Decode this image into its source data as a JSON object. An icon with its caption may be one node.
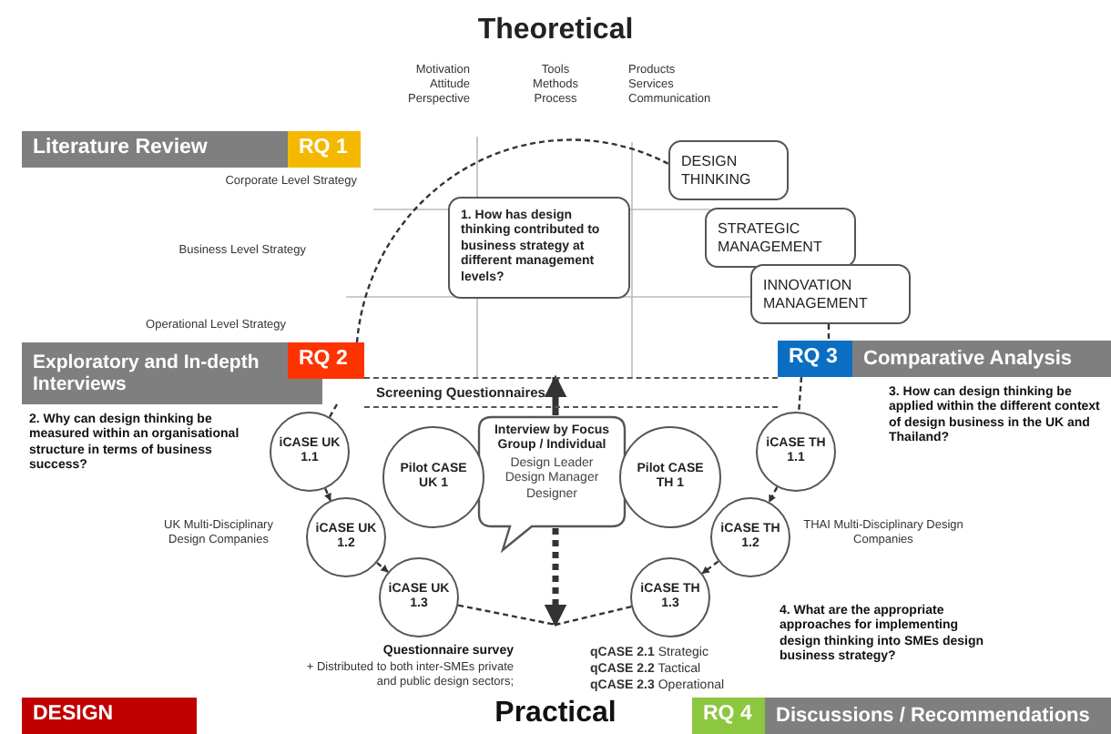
{
  "diagram": {
    "title": "Theoretical",
    "nodes": [
      {
        "text": [
          "Literature Review",
          "RQ 1"
        ]
      },
      {
        "text": [
          "Exploratory and In-depth Interviews",
          "RQ 2"
        ]
      },
      {
        "text": [
          "RQ 3",
          "Comparative Analysis"
        ]
      },
      {
        "text": [
          "1. How has design thinking contributed to business strategy at different management levels?"
        ]
      },
      {
        "text": [
          "DESIGN THINKING"
        ]
      },
      {
        "text": [
          "STRATEGIC MANAGEMENT"
        ]
      },
      {
        "text": [
          "INNOVATION MANAGEMENT"
        ]
      },
      {
        "text": [
          "Screening Questionnaires"
        ]
      },
      {
        "text": [
          "Interview by Focus Group / Individual",
          "Design Leader Design Manager Designer"
        ]
      },
      {
        "text": [
          "iCASE UK 1.1"
        ]
      },
      {
        "text": [
          "Pilot CASE UK 1"
        ]
      },
      {
        "text": [
          "Pilot CASE TH 1"
        ]
      },
      {
        "text": [
          "iCASE TH 1.1"
        ]
      },
      {
        "text": [
          "iCASE UK 1.2"
        ]
      },
      {
        "text": [
          "iCASE TH 1.2"
        ]
      },
      {
        "text": [
          "iCASE UK 1.3"
        ]
      },
      {
        "text": [
          "iCASE TH 1.3"
        ]
      },
      {
        "text": [
          "DESIGN"
        ]
      },
      {
        "text": [
          "RQ 4",
          "Discussions / Recommendations"
        ]
      }
    ],
    "edges": [
      {
        "from": 6,
        "to": 2,
        "arrow": "none",
        "style": "dashed"
      },
      {
        "from": 1,
        "to": 9,
        "arrow": "none",
        "style": "dashed"
      },
      {
        "from": 2,
        "to": 12,
        "arrow": "none",
        "style": "dashed"
      },
      {
        "from": 9,
        "to": 13,
        "arrow": "to",
        "style": "dashed"
      },
      {
        "from": 13,
        "to": 15,
        "arrow": "to",
        "style": "dashed"
      },
      {
        "from": 12,
        "to": 14,
        "arrow": "to",
        "style": "dashed"
      },
      {
        "from": 14,
        "to": 16,
        "arrow": "to",
        "style": "dashed"
      },
      {
        "from": 15,
        "to": null,
        "arrow": "none",
        "style": "dashed"
      },
      {
        "from": 16,
        "to": null,
        "arrow": "none",
        "style": "dashed"
      },
      {
        "from": 8,
        "to": 7,
        "arrow": "to",
        "style": "thick"
      },
      {
        "from": 8,
        "to": null,
        "arrow": "to",
        "style": "dashed"
      },
      {
        "from": 1,
        "to": 4,
        "arrow": "none",
        "style": "dashed"
      }
    ],
    "labels": [
      "Motivation Attitude Perspective",
      "Tools Methods Process",
      "Products Services Communication",
      "Corporate Level Strategy",
      "Business Level Strategy",
      "Operational Level Strategy",
      "2. Why can design thinking be measured within an organisational structure in terms of business success?",
      "UK Multi-Disciplinary Design Companies",
      "3. How can design thinking be applied within the different context of design business in the UK and Thailand?",
      "THAI Multi-Disciplinary Design Companies",
      "Questionnaire survey",
      "+ Distributed to both inter-SMEs private and public design sectors;",
      "**qCASE 2.1** Strategic",
      "**qCASE 2.2** Tactical",
      "**qCASE 2.3** Operational",
      "4. What are the appropriate approaches for implementing design thinking into SMEs design business strategy?",
      "Practical"
    ]
  }
}
